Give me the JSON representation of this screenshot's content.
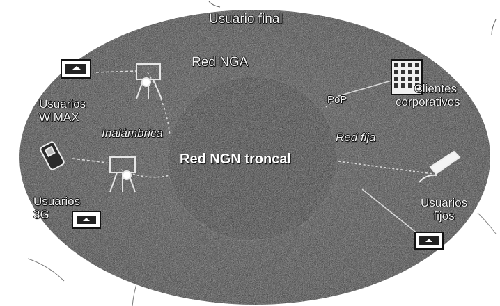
{
  "labels": {
    "outer": "Usuario final",
    "nga": "Red NGA",
    "core": "Red NGN troncal",
    "fixed": "Red fija",
    "wireless": "Inalámbrica",
    "pop": "PoP",
    "corp_line1": "Clientes",
    "corp_line2": "corporativos",
    "wimax_line1": "Usuarios",
    "wimax_line2": "WIMAX",
    "g3_line1": "Usuarios",
    "g3_line2": "3G",
    "fixed_users_line1": "Usuarios",
    "fixed_users_line2": "fijos"
  },
  "colors": {
    "outer_ellipse": "#262626",
    "core_circle": "#111111",
    "label_text": "#f2f2f2"
  },
  "icons": [
    "wimax-tower-icon",
    "3g-tower-icon",
    "pc-icon",
    "phone-icon",
    "building-icon",
    "fixed-phone-icon"
  ]
}
